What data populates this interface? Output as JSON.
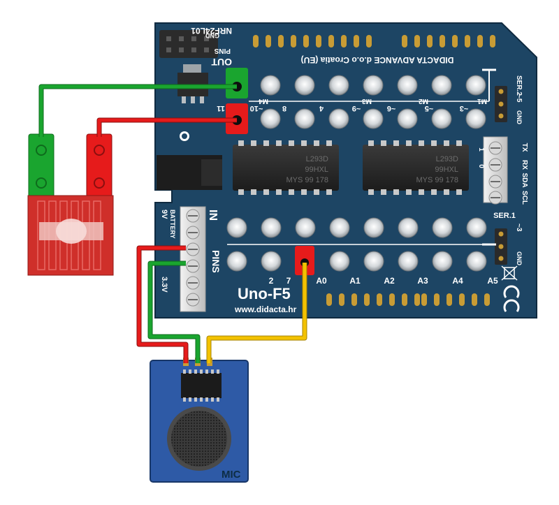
{
  "board": {
    "name": "Uno-F5",
    "website": "www.didacta.hr",
    "maker": "DIDACTA ADVANCE d.o.o Croatia (EU)",
    "nrf_label": "NRF24L01",
    "out_label": "OUT",
    "pins_label": "PINS",
    "in_label": "IN",
    "in_pins_label": "PINS",
    "ser1_label": "SER.1",
    "ser2_label": "SER.2",
    "gnd_label": "GND",
    "gnd_label2": "GND",
    "gnd_label3": "GND",
    "ser1_pin": "~3",
    "ser2_pin": "~5",
    "out_pin_numbers": [
      "8",
      "4",
      "~9",
      "~6",
      "~5",
      "~3",
      "~10",
      "11"
    ],
    "motor_labels": [
      "M4",
      "M3",
      "M2",
      "M1"
    ],
    "in_pin_labels": [
      "2",
      "7",
      "A0",
      "A1",
      "A2",
      "A3",
      "A4",
      "A5"
    ],
    "right_terminal_labels": [
      "1",
      "0",
      "TX",
      "RX",
      "SDA",
      "SCL"
    ],
    "battery_labels": [
      "9V",
      "BATTERY",
      "3.3V"
    ],
    "chips": [
      {
        "line1": "L293D",
        "line2": "99HXL",
        "line3": "MYS  99 178"
      },
      {
        "line1": "L293D",
        "line2": "99HXL",
        "line3": "MYS  99 178"
      }
    ]
  },
  "module": {
    "label": "MIC"
  },
  "colors": {
    "board": "#1d4564",
    "board_dark": "#163752",
    "wire_green": "#1aa52f",
    "wire_red": "#e61b1b",
    "wire_yellow": "#f3c200",
    "peltier": "#d9322b",
    "module_blue": "#2e5aa6"
  }
}
